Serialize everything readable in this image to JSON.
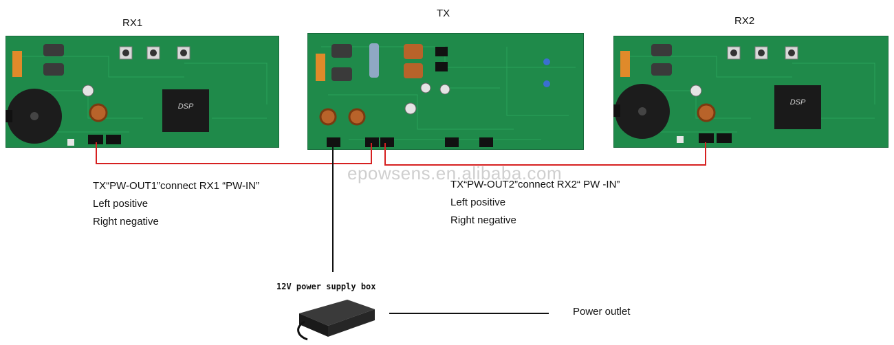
{
  "boards": {
    "rx1": {
      "title": "RX1",
      "dsp_text": "DSP"
    },
    "tx": {
      "title": "TX"
    },
    "rx2": {
      "title": "RX2",
      "dsp_text": "DSP"
    }
  },
  "notes": {
    "left": {
      "line1": "TX“PW-OUT1”connect RX1 “PW-IN”",
      "line2": "Left positive",
      "line3": "Right negative"
    },
    "right": {
      "line1": "TX“PW-OUT2”connect RX2“ PW -IN”",
      "line2": "Left positive",
      "line3": "Right negative"
    }
  },
  "watermark": "epowsens.en.alibaba.com",
  "power_supply": {
    "label": "12V power supply box"
  },
  "power_outlet": {
    "label": "Power outlet"
  },
  "colors": {
    "pcb": "#1f8a4a",
    "pcb_dark": "#16693a",
    "wire_red": "#d62020",
    "wire_black": "#111111"
  }
}
